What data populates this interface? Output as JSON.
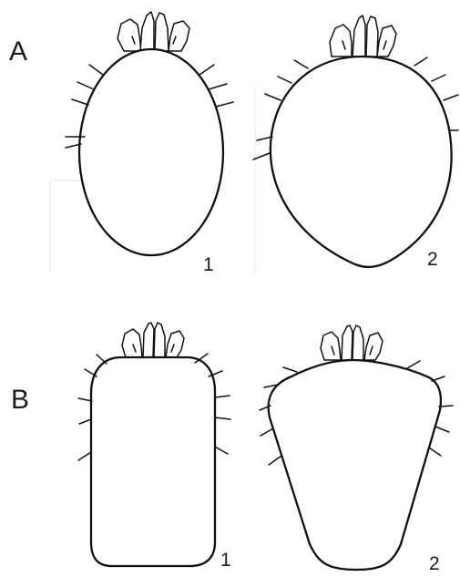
{
  "rows": [
    {
      "label": "A",
      "panels": [
        {
          "number": "1",
          "shape": "oval"
        },
        {
          "number": "2",
          "shape": "broad oval"
        }
      ]
    },
    {
      "label": "B",
      "panels": [
        {
          "number": "1",
          "shape": "rectangular"
        },
        {
          "number": "2",
          "shape": "trapezoid"
        }
      ]
    }
  ],
  "colors": {
    "line": "#111111",
    "background": "#ffffff"
  }
}
